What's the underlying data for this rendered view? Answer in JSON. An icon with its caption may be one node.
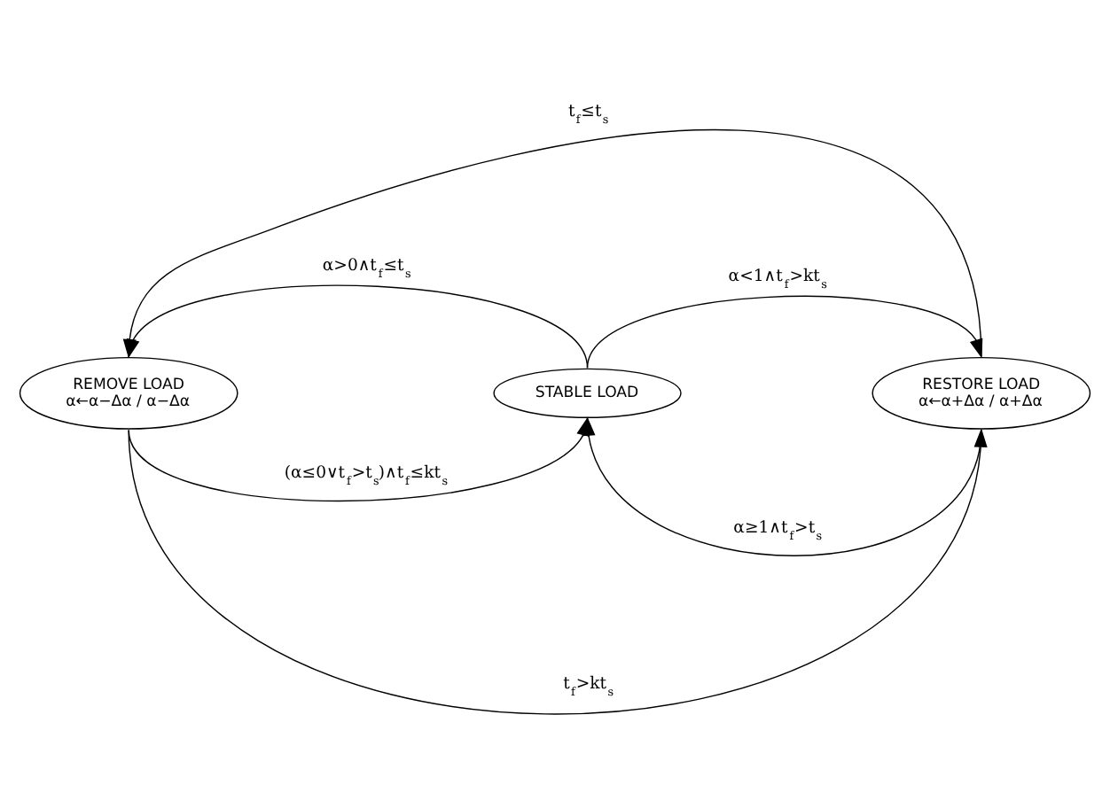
{
  "diagram": {
    "nodes": [
      {
        "text": [
          "REMOVE LOAD",
          "α←α−Δα / α−Δα"
        ]
      },
      {
        "text": [
          "STABLE LOAD"
        ]
      },
      {
        "text": [
          "RESTORE LOAD",
          "α←α+Δα / α+Δα"
        ]
      }
    ],
    "edges": [
      {
        "from": 2,
        "to": 0,
        "arrow": "to",
        "label": "t$_{f}$≤t$_{s}$"
      },
      {
        "from": 1,
        "to": 0,
        "arrow": "to",
        "label": "α>0∧t$_{f}$≤t$_{s}$"
      },
      {
        "from": 1,
        "to": 2,
        "arrow": "to",
        "label": "α<1∧t$_{f}$>kt$_{s}$"
      },
      {
        "from": 0,
        "to": 1,
        "arrow": "to",
        "label": "(α≤0∨t$_{f}$>t$_{s}$)∧t$_{f}$≤kt$_{s}$"
      },
      {
        "from": 2,
        "to": 1,
        "arrow": "to",
        "label": "α≥1∧t$_{f}$>t$_{s}$"
      },
      {
        "from": 0,
        "to": 2,
        "arrow": "to",
        "label": "t$_{f}$>kt$_{s}$"
      }
    ]
  }
}
